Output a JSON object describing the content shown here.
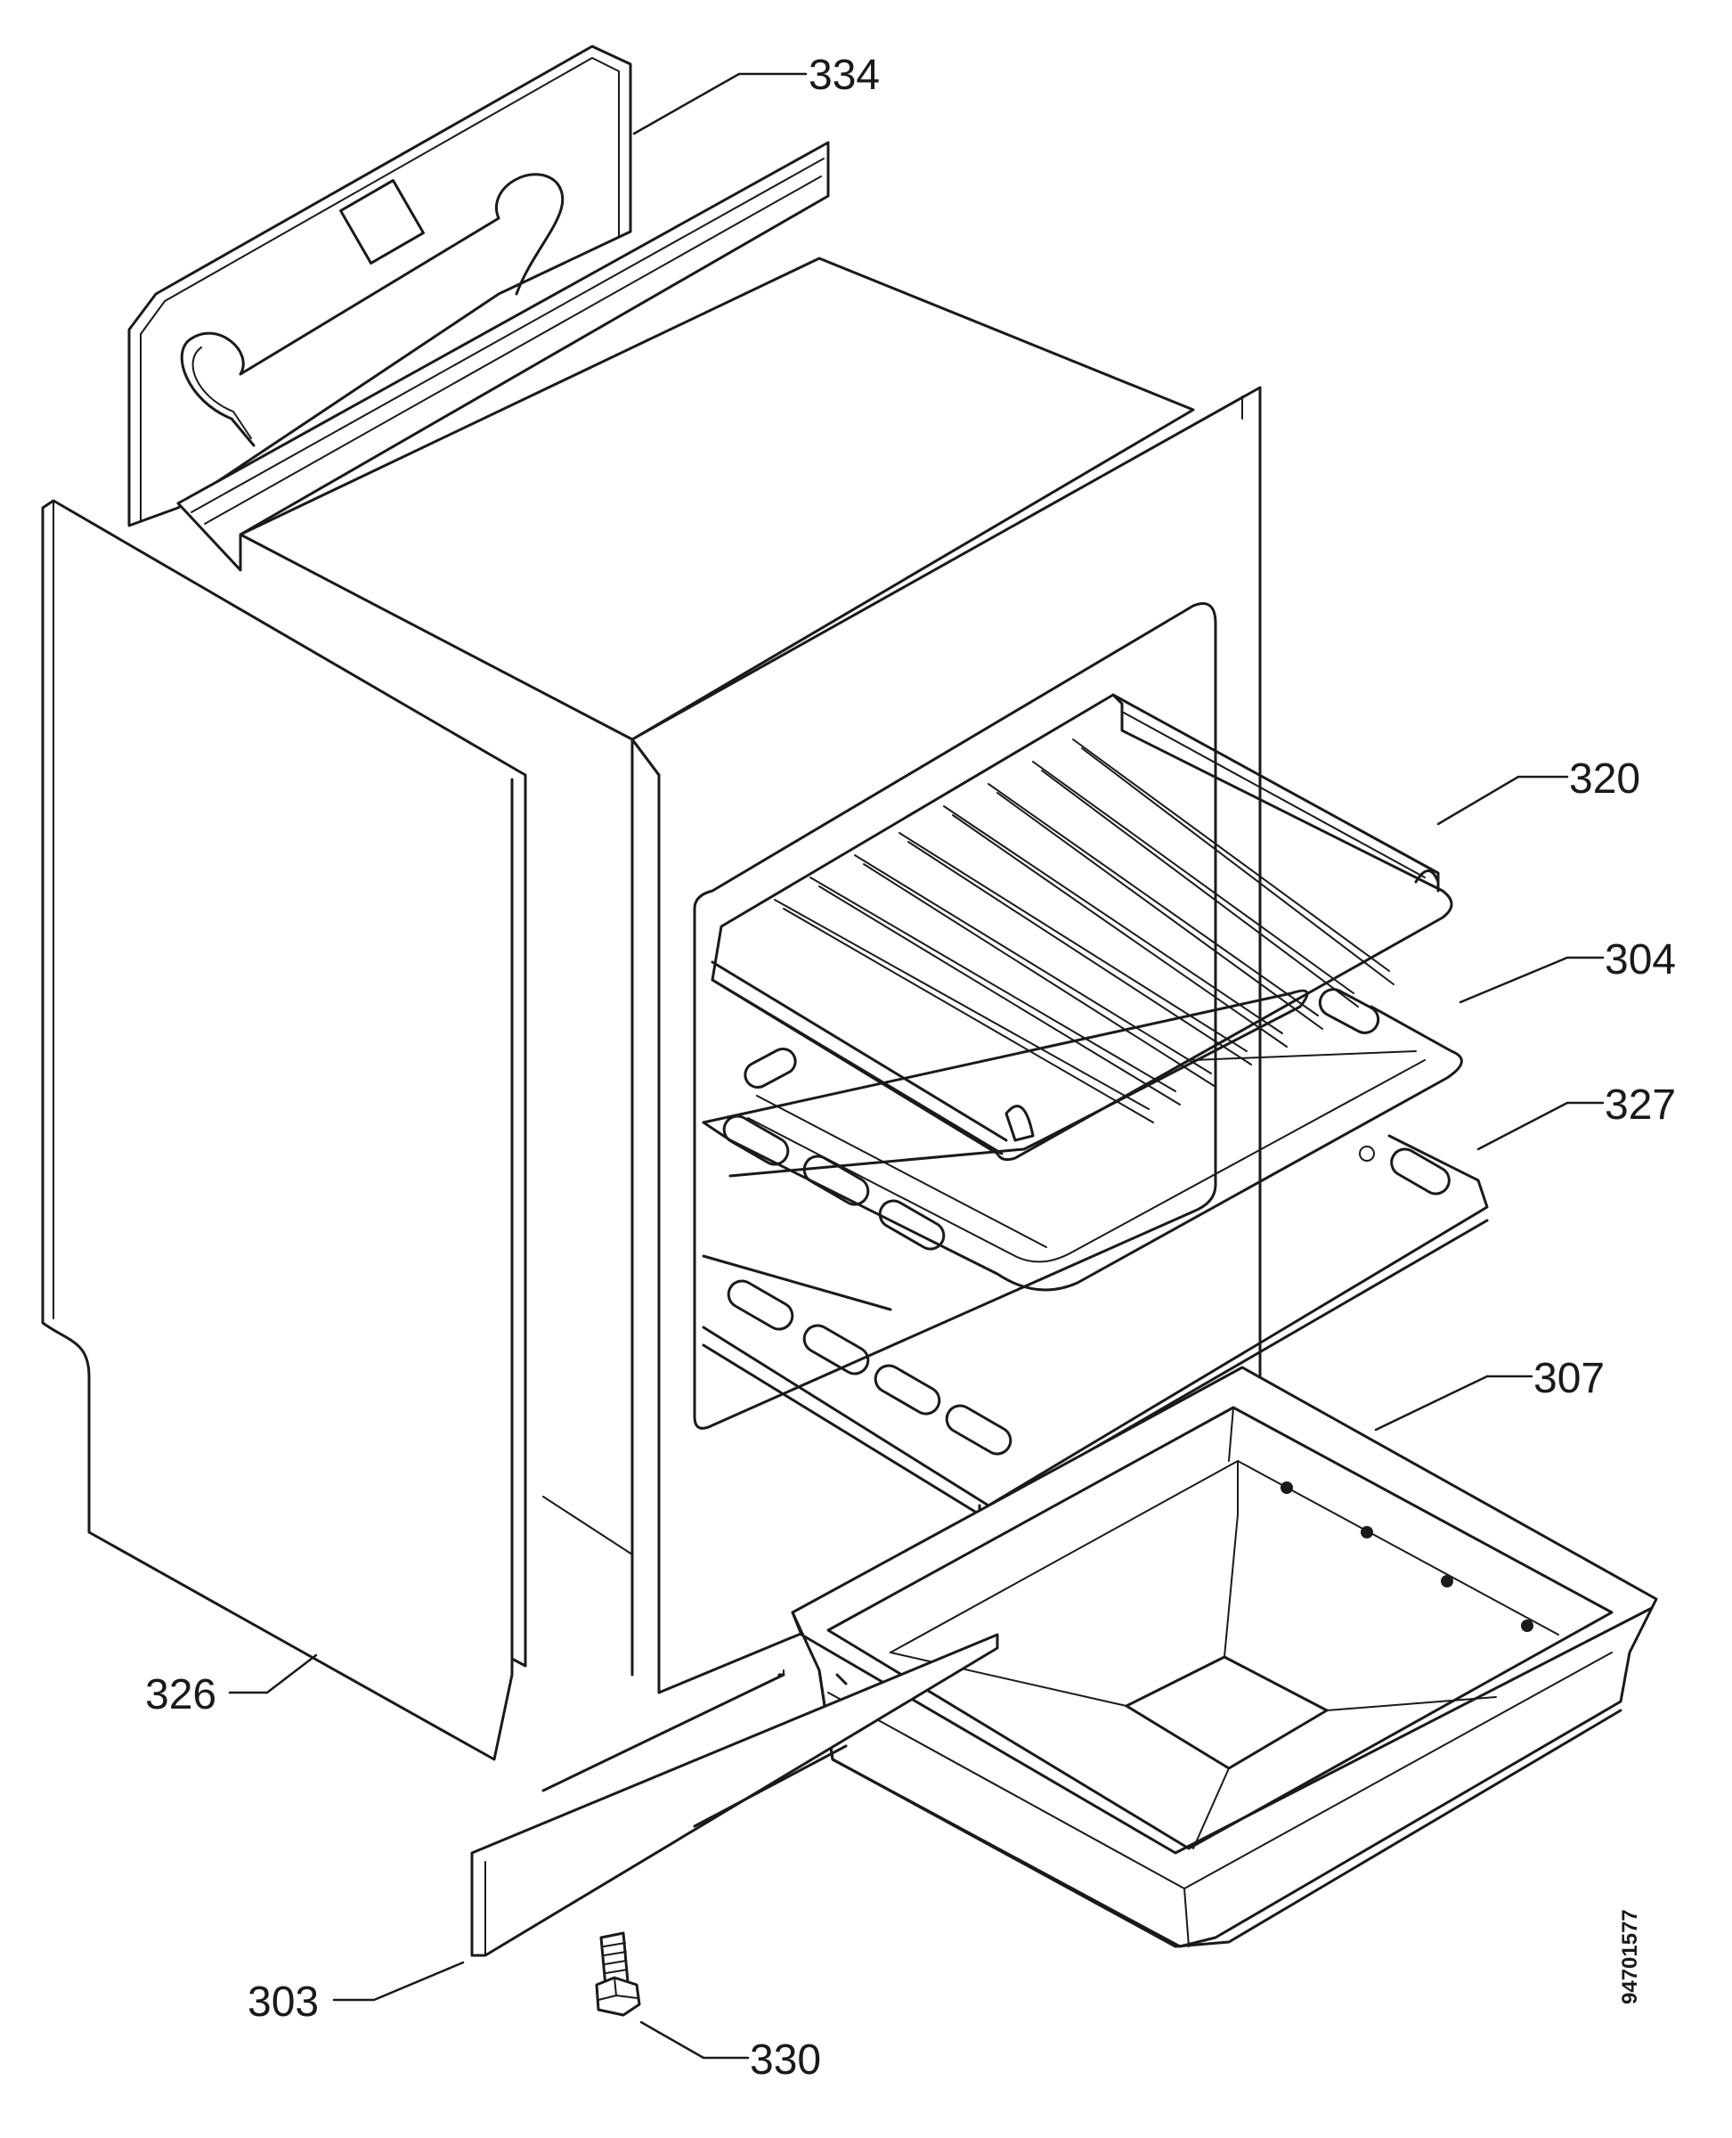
{
  "callouts": {
    "c334": "334",
    "c320": "320",
    "c304": "304",
    "c327": "327",
    "c307": "307",
    "c326": "326",
    "c303": "303",
    "c330": "330"
  },
  "document_number": "94701577"
}
